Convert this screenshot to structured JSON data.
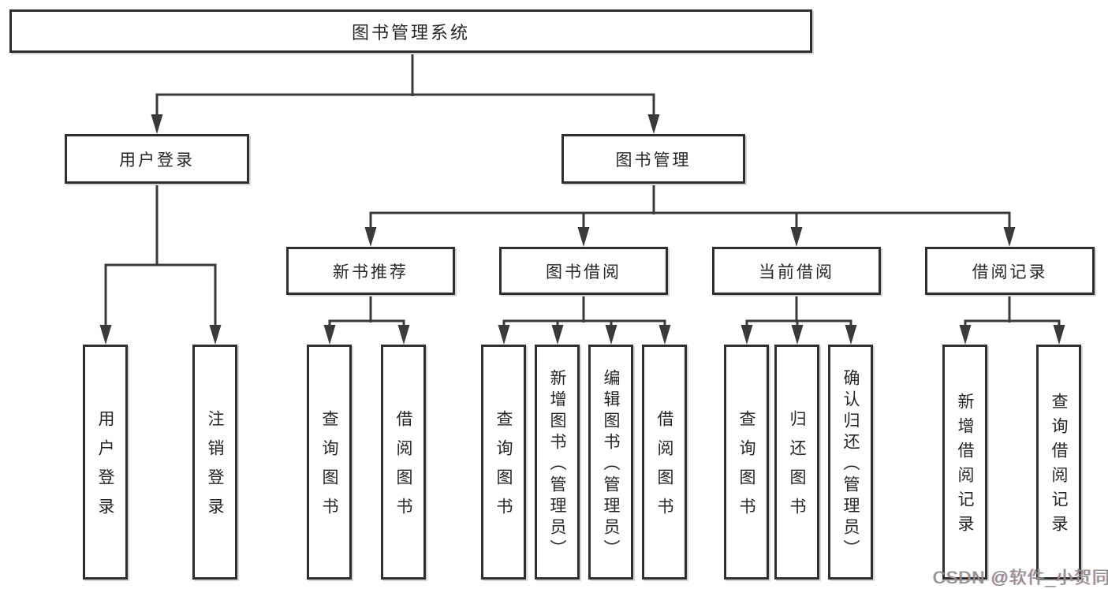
{
  "diagram": {
    "title": "图书管理系统",
    "level2": {
      "user_login": "用户登录",
      "book_mgmt": "图书管理"
    },
    "level3": {
      "new_books": "新书推荐",
      "book_borrow": "图书借阅",
      "current_borrow": "当前借阅",
      "borrow_records": "借阅记录"
    },
    "leaves": {
      "a1": "用户登录",
      "a2": "注销登录",
      "b1": "查询图书",
      "b2": "借阅图书",
      "c1": "查询图书",
      "c2": "新增图书（管理员）",
      "c3": "编辑图书（管理员）",
      "c4": "借阅图书",
      "d1": "查询图书",
      "d2": "归还图书",
      "d3": "确认归还（管理员）",
      "e1": "新增借阅记录",
      "e2": "查询借阅记录"
    }
  },
  "watermark": {
    "text": "CSDN @软件_小贺同学"
  },
  "colors": {
    "line": "#3a3a3a",
    "box_border": "#2f2f2f",
    "text": "#262626",
    "background": "#ffffff",
    "watermark_gray": "#8e8e8e"
  }
}
